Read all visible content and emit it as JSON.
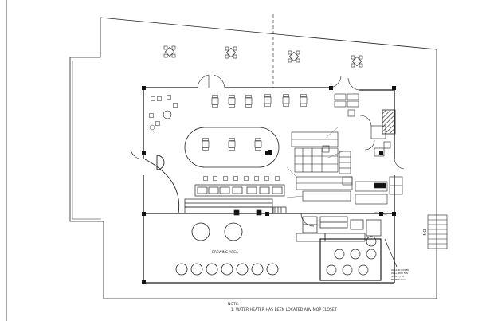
{
  "labels": {
    "brewing_area": "BREWING AREA",
    "stair_mark": "DN",
    "walkin_note": [
      "WALK-IN COOLER",
      "WALL, MOD FAN",
      "(BY G.C.) TO",
      "FRAMED WALL"
    ]
  },
  "note": {
    "heading": "NOTE:",
    "line1": "1.  WATER HEATER HAS BEEN LOCATED ABV MOP CLOSET"
  },
  "colors": {
    "ink": "#1a1a1a",
    "hatch": "#333333"
  }
}
